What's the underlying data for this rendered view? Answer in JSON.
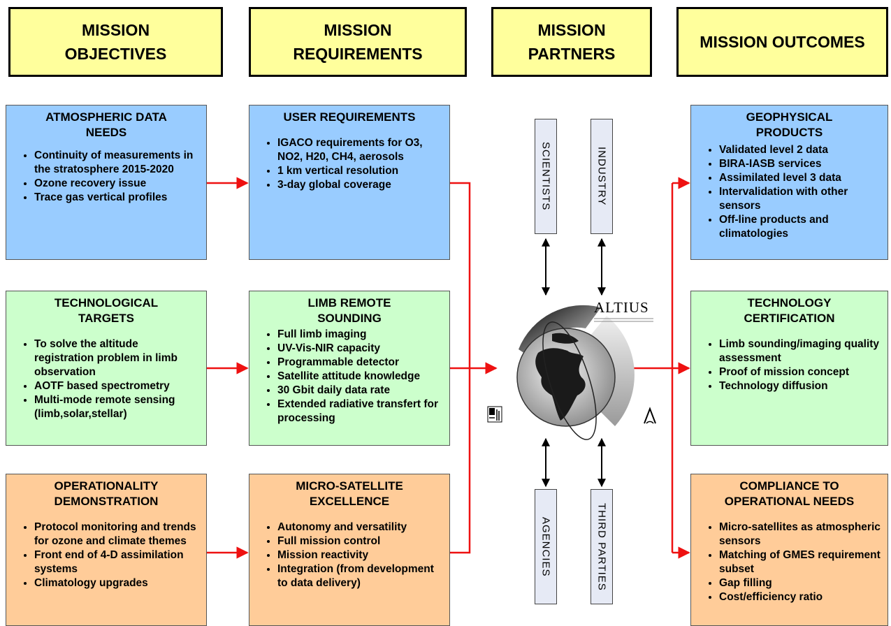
{
  "headers": {
    "objectives": "MISSION\nOBJECTIVES",
    "requirements": "MISSION\nREQUIREMENTS",
    "partners": "MISSION\nPARTNERS",
    "outcomes": "MISSION OUTCOMES"
  },
  "objectives": {
    "atmospheric": {
      "title": "ATMOSPHERIC DATA\nNEEDS",
      "items": [
        "Continuity of measurements in the stratosphere 2015-2020",
        "Ozone recovery issue",
        "Trace gas vertical profiles"
      ]
    },
    "technological": {
      "title": "TECHNOLOGICAL\nTARGETS",
      "items": [
        "To solve the altitude registration problem in limb observation",
        "AOTF based spectrometry",
        "Multi-mode remote sensing (limb,solar,stellar)"
      ]
    },
    "operationality": {
      "title": "OPERATIONALITY\nDEMONSTRATION",
      "items": [
        "Protocol monitoring and trends for ozone and climate themes",
        "Front end of 4-D assimilation systems",
        "Climatology upgrades"
      ]
    }
  },
  "requirements": {
    "user": {
      "title": "USER REQUIREMENTS",
      "items": [
        "IGACO requirements for O3, NO2, H20, CH4, aerosols",
        "1 km vertical resolution",
        "3-day global coverage"
      ]
    },
    "limb": {
      "title": "LIMB REMOTE\nSOUNDING",
      "items": [
        "Full limb imaging",
        "UV-Vis-NIR capacity",
        "Programmable detector",
        "Satellite attitude knowledge",
        "30 Gbit daily data rate",
        "Extended radiative transfert for processing"
      ]
    },
    "micro": {
      "title": "MICRO-SATELLITE\nEXCELLENCE",
      "items": [
        "Autonomy and versatility",
        "Full mission control",
        "Mission reactivity",
        "Integration (from development to data delivery)"
      ]
    }
  },
  "partners": {
    "scientists": "SCIENTISTS",
    "industry": "INDUSTRY",
    "agencies": "AGENCIES",
    "third_parties": "THIRD PARTIES",
    "logo_text": "ALTIUS"
  },
  "outcomes": {
    "geophysical": {
      "title": "GEOPHYSICAL\nPRODUCTS",
      "items": [
        "Validated level 2 data",
        "BIRA-IASB services",
        "Assimilated level 3 data",
        "Intervalidation with other sensors",
        "Off-line products and climatologies"
      ]
    },
    "technology": {
      "title": "TECHNOLOGY\nCERTIFICATION",
      "items": [
        "Limb sounding/imaging quality assessment",
        "Proof of mission concept",
        "Technology diffusion"
      ]
    },
    "compliance": {
      "title": "COMPLIANCE TO\nOPERATIONAL NEEDS",
      "items": [
        "Micro-satellites as atmospheric sensors",
        "Matching of GMES requirement subset",
        "Gap filling",
        "Cost/efficiency ratio"
      ]
    }
  },
  "colors": {
    "header": "#ffff9c",
    "blue": "#99ccff",
    "green": "#ccffcc",
    "orange": "#ffcc99",
    "arrow_red": "#ee1111"
  }
}
